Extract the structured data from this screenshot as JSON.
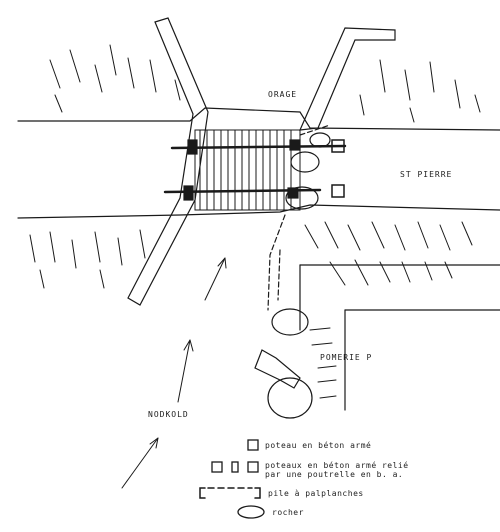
{
  "labels": {
    "top_label": "ORAGE",
    "river_label": "ST PIERRE",
    "left_label": "NODKOLD",
    "center_label": "POMERIE P"
  },
  "legend": {
    "items": [
      {
        "symbol": "single-square",
        "text": "poteau en béton armé"
      },
      {
        "symbol": "three-squares",
        "text": "poteaux en béton armé relié",
        "text2": "par une poutrelle en b. a."
      },
      {
        "symbol": "dashed-bracket",
        "text": "pile à palplanches"
      },
      {
        "symbol": "ellipse",
        "text": "rocher"
      }
    ]
  },
  "colors": {
    "ink": "#1a1a1a",
    "paper": "#ffffff"
  }
}
